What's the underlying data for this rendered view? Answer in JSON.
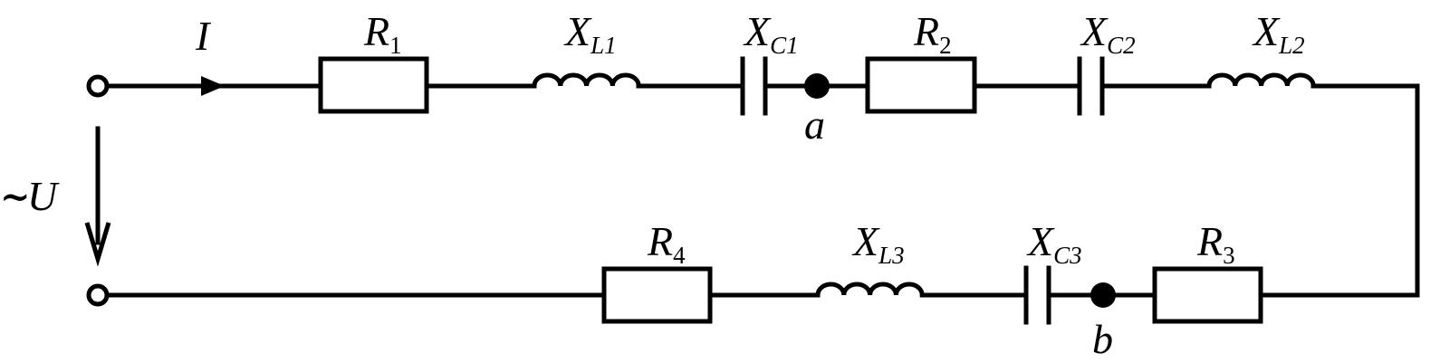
{
  "diagram": {
    "current_label": "I",
    "source": {
      "tilde": "~",
      "label": "U"
    },
    "components": {
      "r1": {
        "main": "R",
        "sub": "1"
      },
      "xl1": {
        "main": "X",
        "sub": "L1"
      },
      "xc1": {
        "main": "X",
        "sub": "C1"
      },
      "r2": {
        "main": "R",
        "sub": "2"
      },
      "xc2": {
        "main": "X",
        "sub": "C2"
      },
      "xl2": {
        "main": "X",
        "sub": "L2"
      },
      "r4": {
        "main": "R",
        "sub": "4"
      },
      "xl3": {
        "main": "X",
        "sub": "L3"
      },
      "xc3": {
        "main": "X",
        "sub": "C3"
      },
      "r3": {
        "main": "R",
        "sub": "3"
      }
    },
    "nodes": {
      "a": "a",
      "b": "b"
    }
  }
}
